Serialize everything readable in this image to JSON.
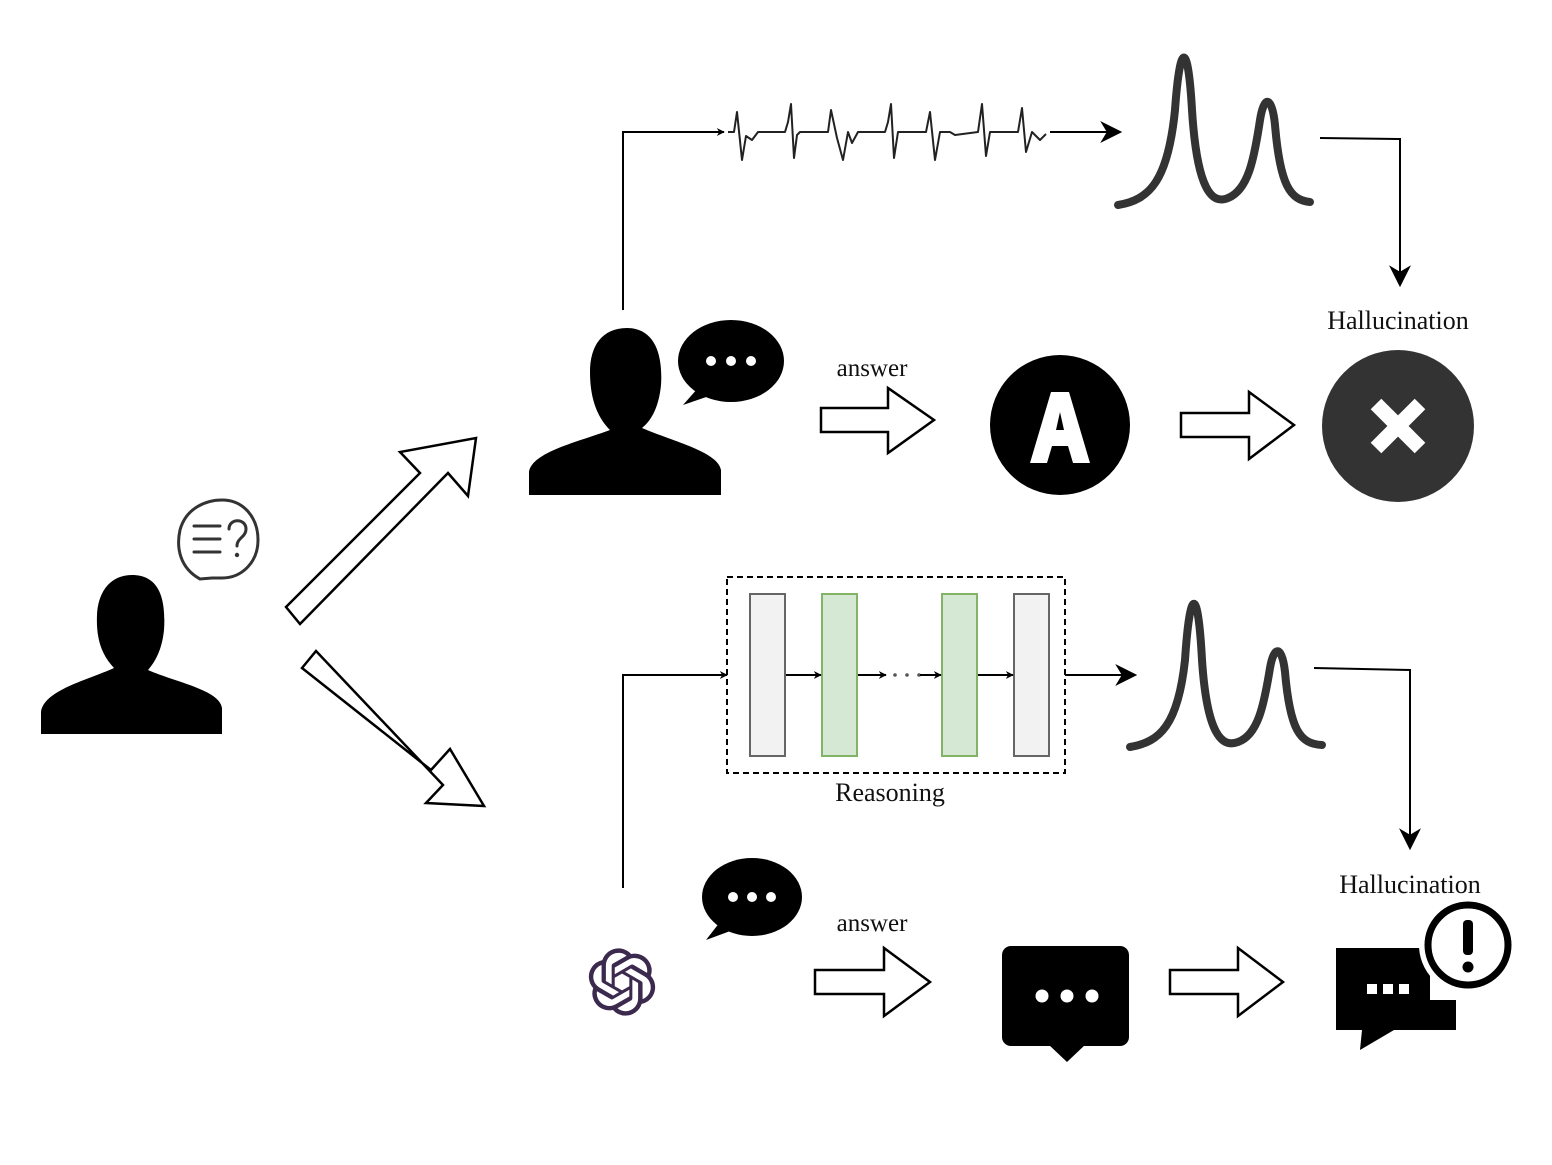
{
  "labels": {
    "answer_top": "answer",
    "answer_bottom": "answer",
    "hallucination_top": "Hallucination",
    "hallucination_bottom": "Hallucination",
    "reasoning": "Reasoning",
    "answer_letter": "A"
  },
  "icons": {
    "asker": "person-silhouette-icon",
    "question_bubble": "question-bubble-icon",
    "human_answerer": "person-silhouette-icon",
    "human_speech": "speech-bubble-icon",
    "llm": "openai-logo-icon",
    "llm_speech": "speech-bubble-icon",
    "answer_badge": "letter-a-circle-icon",
    "wrong_badge": "x-circle-icon",
    "message": "chat-message-icon",
    "warning_message": "chat-warning-icon"
  },
  "colors": {
    "ink": "#000000",
    "dark_circle": "#333333",
    "llm_logo": "#3b2a4d",
    "layer_gray_fill": "#f2f2f2",
    "layer_gray_stroke": "#666666",
    "layer_green_fill": "#d5e8d4",
    "layer_green_stroke": "#82b366"
  }
}
